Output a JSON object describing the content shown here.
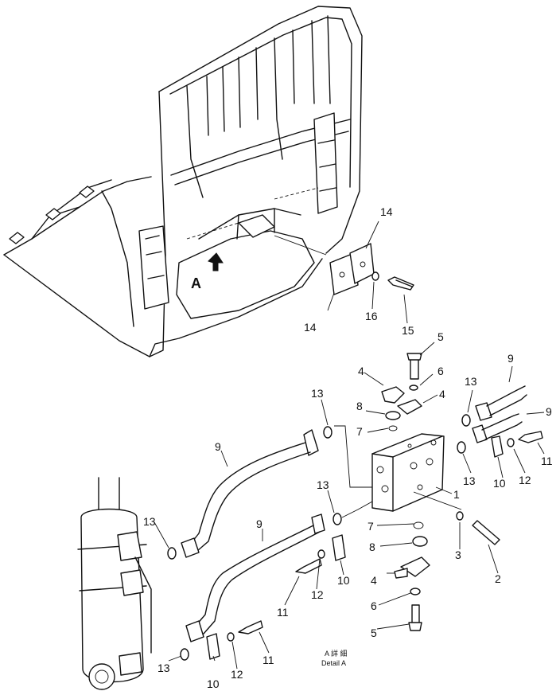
{
  "diagram": {
    "detail_ref_letter": "A",
    "detail_caption_jp": "A 詳 細",
    "detail_caption_en": "Detail A",
    "callouts": [
      {
        "id": "c14a",
        "label": "14"
      },
      {
        "id": "c14b",
        "label": "14"
      },
      {
        "id": "c16",
        "label": "16"
      },
      {
        "id": "c15",
        "label": "15"
      },
      {
        "id": "c5a",
        "label": "5"
      },
      {
        "id": "c6a",
        "label": "6"
      },
      {
        "id": "c4a",
        "label": "4"
      },
      {
        "id": "c4b",
        "label": "4"
      },
      {
        "id": "c8a",
        "label": "8"
      },
      {
        "id": "c7a",
        "label": "7"
      },
      {
        "id": "c13a",
        "label": "13"
      },
      {
        "id": "c13b",
        "label": "13"
      },
      {
        "id": "c13c",
        "label": "13"
      },
      {
        "id": "c13d",
        "label": "13"
      },
      {
        "id": "c13e",
        "label": "13"
      },
      {
        "id": "c13f",
        "label": "13"
      },
      {
        "id": "c9a",
        "label": "9"
      },
      {
        "id": "c9b",
        "label": "9"
      },
      {
        "id": "c9c",
        "label": "9"
      },
      {
        "id": "c9d",
        "label": "9"
      },
      {
        "id": "c11a",
        "label": "11"
      },
      {
        "id": "c11b",
        "label": "11"
      },
      {
        "id": "c11c",
        "label": "11"
      },
      {
        "id": "c12a",
        "label": "12"
      },
      {
        "id": "c12b",
        "label": "12"
      },
      {
        "id": "c12c",
        "label": "12"
      },
      {
        "id": "c10a",
        "label": "10"
      },
      {
        "id": "c10b",
        "label": "10"
      },
      {
        "id": "c10c",
        "label": "10"
      },
      {
        "id": "c1",
        "label": "1"
      },
      {
        "id": "c3",
        "label": "3"
      },
      {
        "id": "c2",
        "label": "2"
      },
      {
        "id": "c7b",
        "label": "7"
      },
      {
        "id": "c8b",
        "label": "8"
      },
      {
        "id": "c4c",
        "label": "4"
      },
      {
        "id": "c6b",
        "label": "6"
      },
      {
        "id": "c5b",
        "label": "5"
      }
    ]
  }
}
